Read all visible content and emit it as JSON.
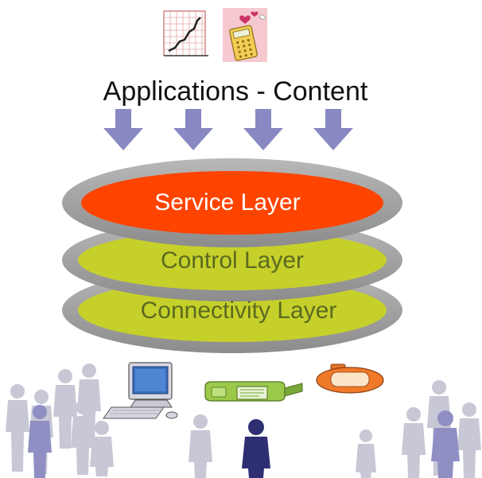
{
  "diagram": {
    "title": "Applications - Content",
    "layers": [
      {
        "label": "Service Layer",
        "color": "#ff4400",
        "text_color": "#ffffff"
      },
      {
        "label": "Control Layer",
        "color": "#c6d02a",
        "text_color": "#5b6a20"
      },
      {
        "label": "Connectivity Layer",
        "color": "#c6d02a",
        "text_color": "#5b6a20"
      }
    ],
    "ring_color": "#a0a0a0",
    "arrow_color": "#8888c2",
    "arrow_count": 4,
    "top_icons": [
      "line-chart-icon",
      "calculator-phone-icon"
    ],
    "devices": [
      "desktop-computer-icon",
      "handheld-device-icon",
      "portable-player-icon"
    ],
    "people_colors": {
      "light": "#c7c7d6",
      "medium": "#8f8fc4",
      "dark": "#2e2e72"
    }
  }
}
